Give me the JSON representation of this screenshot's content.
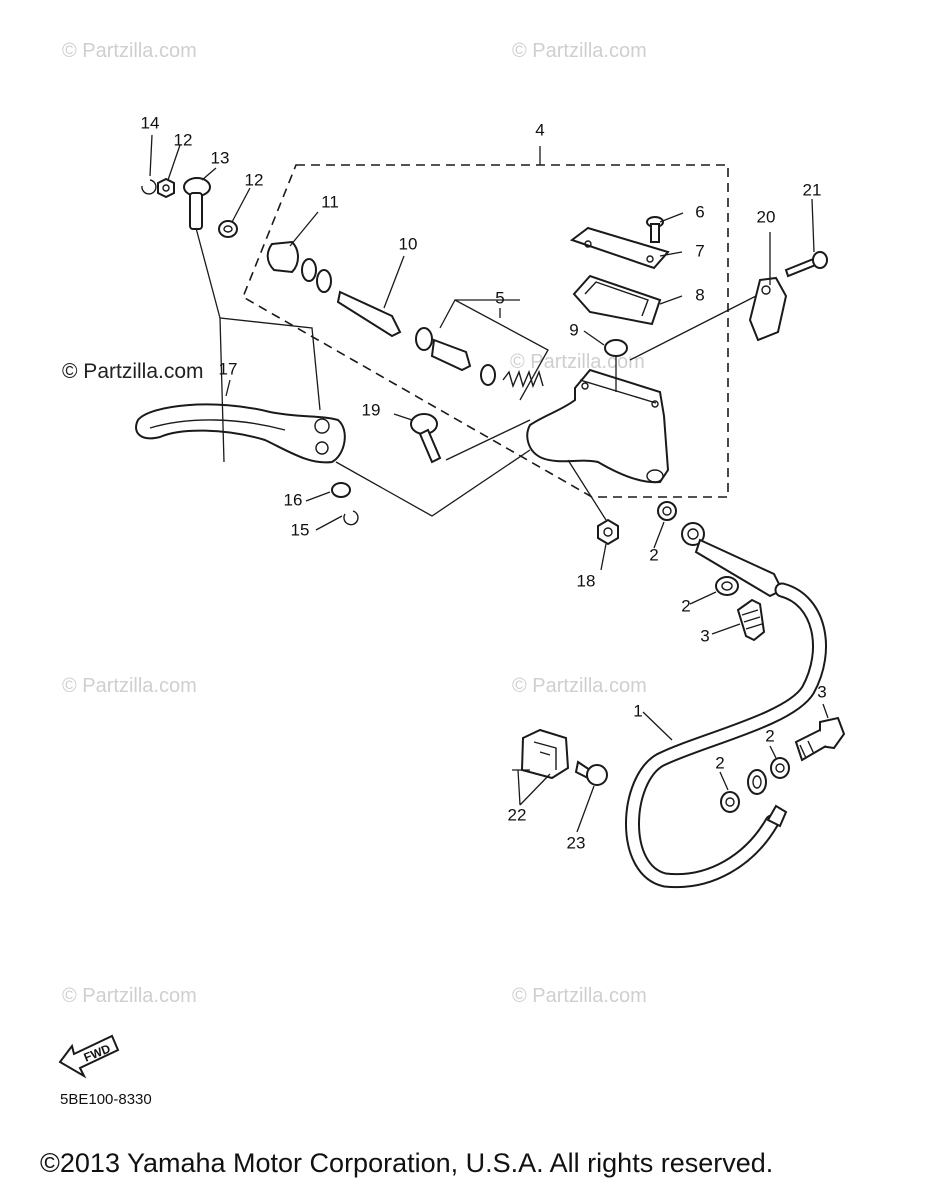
{
  "watermarks": [
    "© Partzilla.com",
    "© Partzilla.com",
    "© Partzilla.com",
    "© Partzilla.com",
    "© Partzilla.com",
    "© Partzilla.com",
    "© Partzilla.com",
    "© Partzilla.com"
  ],
  "callouts": {
    "c1": "1",
    "c2a": "2",
    "c2b": "2",
    "c2c": "2",
    "c2d": "2",
    "c3a": "3",
    "c3b": "3",
    "c4": "4",
    "c5": "5",
    "c6": "6",
    "c7": "7",
    "c8": "8",
    "c9": "9",
    "c10": "10",
    "c11": "11",
    "c12a": "12",
    "c12b": "12",
    "c13": "13",
    "c14": "14",
    "c15": "15",
    "c16": "16",
    "c17": "17",
    "c18": "18",
    "c19": "19",
    "c20": "20",
    "c21": "21",
    "c22": "22",
    "c23": "23"
  },
  "fwd_label": "FWD",
  "diagram_ref": "5BE100-8330",
  "copyright": "©2013 Yamaha Motor Corporation, U.S.A. All rights reserved."
}
